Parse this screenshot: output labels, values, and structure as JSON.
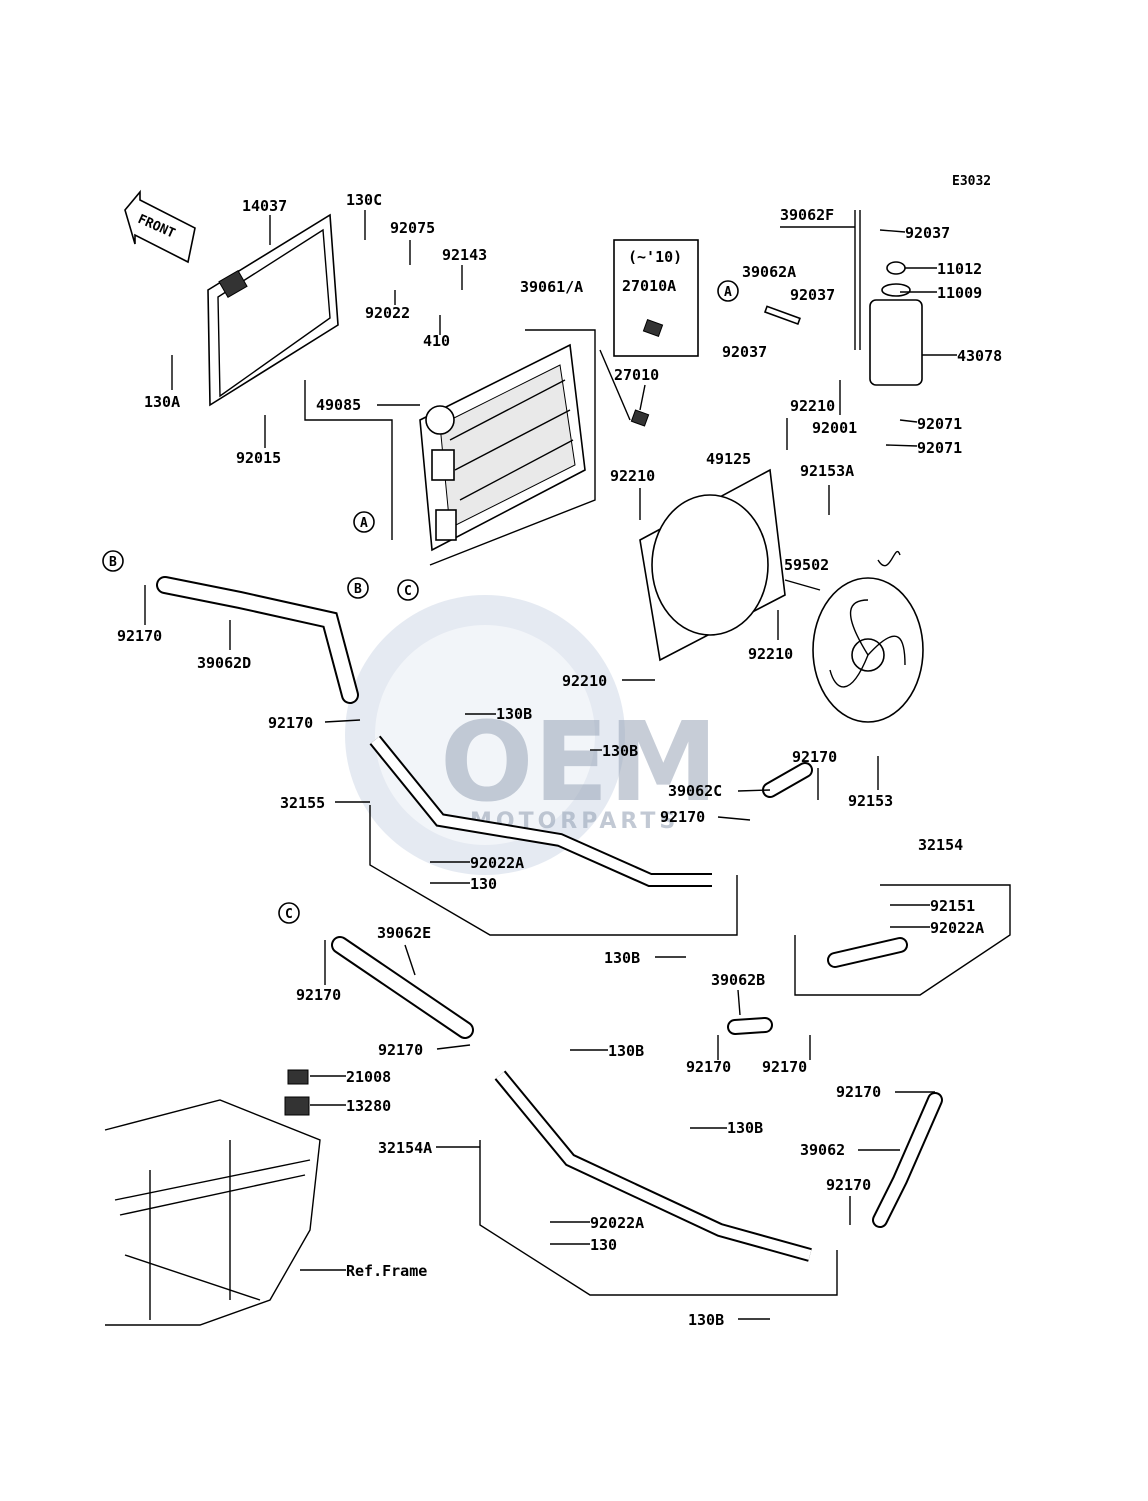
{
  "diagram_code": "E3032",
  "front_label": "FRONT",
  "model_note": "(~'10)",
  "watermark": {
    "logo": "OEM",
    "sub": "MOTORPARTS"
  },
  "callouts": {
    "a": "A",
    "b": "B",
    "c": "C"
  },
  "parts": {
    "p14037": "14037",
    "p130C": "130C",
    "p92075": "92075",
    "p92143": "92143",
    "p92022": "92022",
    "p410": "410",
    "p39061A": "39061/A",
    "p27010A": "27010A",
    "p27010": "27010",
    "p130A": "130A",
    "p92015": "92015",
    "p49085": "49085",
    "p39062F": "39062F",
    "p92037a": "92037",
    "p39062A": "39062A",
    "p92037b": "92037",
    "p92037c": "92037",
    "p11012": "11012",
    "p11009": "11009",
    "p43078": "43078",
    "p92001": "92001",
    "p92071a": "92071",
    "p92071b": "92071",
    "p92210a": "92210",
    "p92210b": "92210",
    "p49125": "49125",
    "p92153A": "92153A",
    "p59502": "59502",
    "p92210c": "92210",
    "p92210d": "92210",
    "p92170a": "92170",
    "p39062D": "39062D",
    "p92170b": "92170",
    "p130Ba": "130B",
    "p130Bb": "130B",
    "p32155": "32155",
    "p92022Aa": "92022A",
    "p130a": "130",
    "p39062C": "39062C",
    "p92170c": "92170",
    "p92170d": "92170",
    "p92153": "92153",
    "p32154": "32154",
    "p92151": "92151",
    "p92022Ab": "92022A",
    "p130Bc": "130B",
    "p92170e": "92170",
    "p39062E": "39062E",
    "p39062B": "39062B",
    "p92170f": "92170",
    "p92170g": "92170",
    "p92170h": "92170",
    "p130Bd": "130B",
    "p21008": "21008",
    "p13280": "13280",
    "p92170i": "92170",
    "p130Be": "130B",
    "p39062": "39062",
    "p32154A": "32154A",
    "p92170j": "92170",
    "p92022Ac": "92022A",
    "p130b": "130",
    "pRefFrame": "Ref.Frame",
    "p130Bf": "130B"
  }
}
